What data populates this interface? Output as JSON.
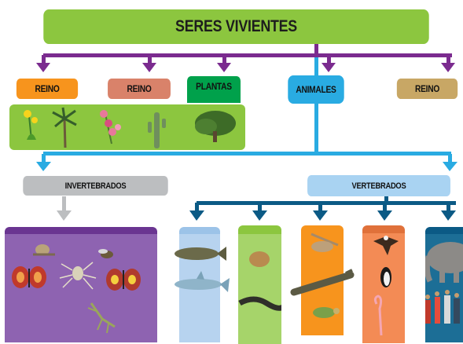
{
  "title": "SERES VIVIENTES",
  "kingdoms": [
    {
      "label": "REINO",
      "color": "#f7941d"
    },
    {
      "label": "REINO",
      "color": "#d9826a"
    },
    {
      "label": "PLANTAS",
      "color": "#00a14b"
    },
    {
      "label": "ANIMALES",
      "color": "#29abe2"
    },
    {
      "label": "REINO",
      "color": "#c8a765"
    }
  ],
  "animal_groups": {
    "invertebrates": "INVERTEBRADOS",
    "vertebrates": "VERTEBRADOS"
  },
  "colors": {
    "title_green": "#8cc63f",
    "plants_panel": "#8cc63f",
    "purple_arrows": "#7b2b8f",
    "blue_arrows": "#29abe2",
    "dark_blue_arrows": "#0b5a85",
    "invertebrates_panel": "#8e63b1",
    "invertebrates_label": "#bcbec0",
    "vertebrates_label": "#a9d3f2",
    "fish_panel": "#b7d3ef",
    "amphibian_panel": "#a6d46a",
    "reptile_panel": "#f7941d",
    "bird_panel": "#f38b55",
    "mammal_panel": "#1c6e96"
  },
  "icons": {
    "plants": [
      "flower-icon",
      "palm-icon",
      "orchid-icon",
      "cactus-icon",
      "tree-icon"
    ],
    "invertebrates": [
      "snail-icon",
      "butterfly-icon",
      "spider-icon",
      "fly-icon",
      "butterfly-icon",
      "mantis-icon"
    ],
    "fish": [
      "fish-icon",
      "shark-icon"
    ],
    "amphibians": [
      "toad-icon",
      "salamander-icon"
    ],
    "reptiles": [
      "lizard-icon",
      "crocodile-icon",
      "turtle-icon"
    ],
    "birds": [
      "eagle-icon",
      "penguin-icon",
      "flamingo-icon"
    ],
    "mammals": [
      "elephant-icon",
      "people-icon"
    ]
  }
}
